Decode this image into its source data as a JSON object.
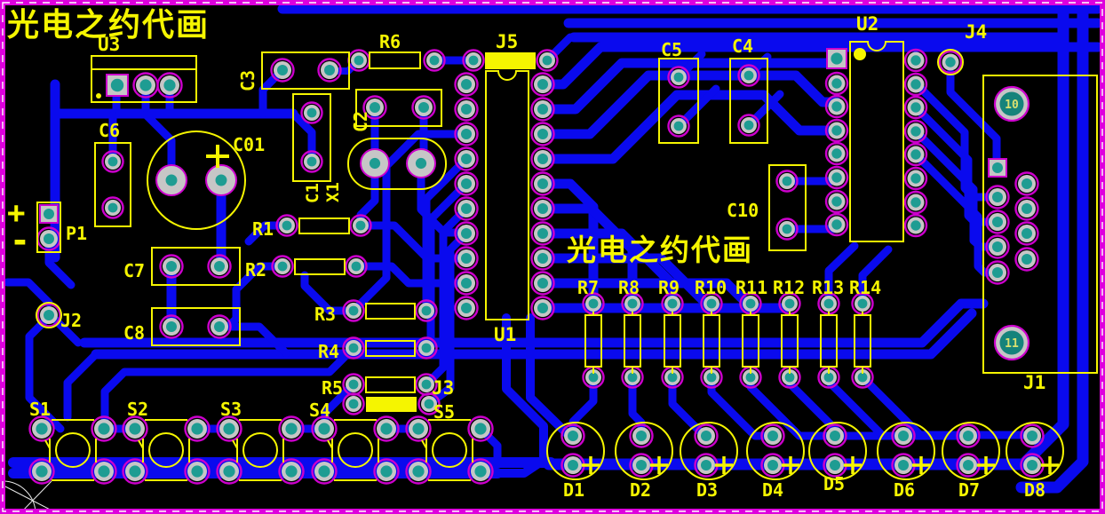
{
  "board": {
    "type": "pcb-layout",
    "colors": {
      "bg": "#000000",
      "trace": "#0A0AEE",
      "silk": "#F5F500",
      "border": "#DD00DD",
      "border_dash": "#FFFFFF",
      "pad_body": "#C6C6C6",
      "pad_ring": "#CC00CC",
      "pad_hole": "#1E9C92",
      "hole_fill": "#15837B",
      "hole_text": "#D8E070"
    }
  },
  "components": {
    "ics": [
      "U1",
      "U2",
      "U3"
    ],
    "capacitors": [
      "C01",
      "C1",
      "C2",
      "C3",
      "C4",
      "C5",
      "C6",
      "C7",
      "C8",
      "C10"
    ],
    "resistors": [
      "R1",
      "R2",
      "R3",
      "R4",
      "R5",
      "R6",
      "R7",
      "R8",
      "R9",
      "R10",
      "R11",
      "R12",
      "R13",
      "R14"
    ],
    "diodes": [
      "D1",
      "D2",
      "D3",
      "D4",
      "D5",
      "D6",
      "D7",
      "D8"
    ],
    "switches": [
      "S1",
      "S2",
      "S3",
      "S4",
      "S5"
    ],
    "connectors": [
      "P1",
      "J1",
      "J2",
      "J3",
      "J4",
      "J5"
    ],
    "crystal": [
      "X1"
    ]
  },
  "labels": {
    "wm_top": "光电之约代画",
    "wm_mid": "光电之约代画",
    "U1": "U1",
    "U2": "U2",
    "U3": "U3",
    "C01": "C01",
    "C1": "C1",
    "C2": "C2",
    "C3": "C3",
    "C4": "C4",
    "C5": "C5",
    "C6": "C6",
    "C7": "C7",
    "C8": "C8",
    "C10": "C10",
    "R1": "R1",
    "R2": "R2",
    "R3": "R3",
    "R4": "R4",
    "R5": "R5",
    "R6": "R6",
    "R7": "R7",
    "R8": "R8",
    "R9": "R9",
    "R10": "R10",
    "R11": "R11",
    "R12": "R12",
    "R13": "R13",
    "R14": "R14",
    "D1": "D1",
    "D2": "D2",
    "D3": "D3",
    "D4": "D4",
    "D5": "D5",
    "D6": "D6",
    "D7": "D7",
    "D8": "D8",
    "S1": "S1",
    "S2": "S2",
    "S3": "S3",
    "S4": "S4",
    "S5": "S5",
    "J1": "J1",
    "J2": "J2",
    "J3": "J3",
    "J4": "J4",
    "J5": "J5",
    "P1": "P1",
    "X1": "X1",
    "plus": "+",
    "minus": "-",
    "hole10": "10",
    "hole11": "11"
  }
}
